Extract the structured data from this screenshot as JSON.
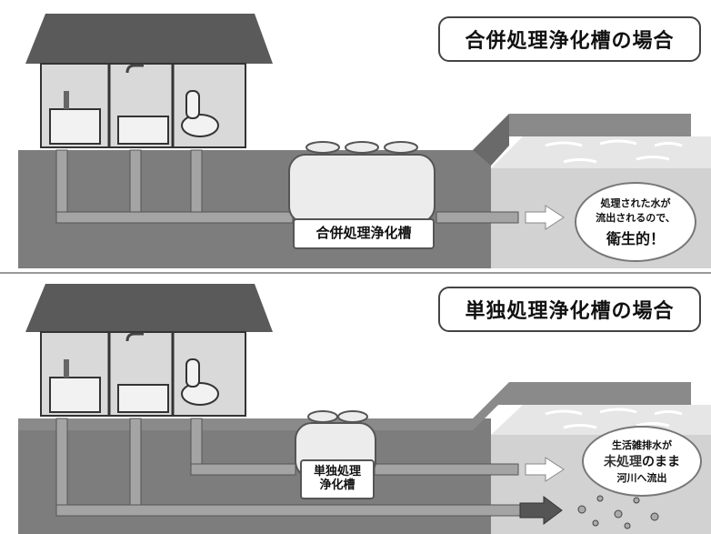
{
  "top": {
    "title": "合併処理浄化槽の場合",
    "tank_label": "合併処理浄化槽",
    "bubble": {
      "line1": "処理された水が",
      "line2": "流出されるので、",
      "line3": "衛生的！"
    }
  },
  "bottom": {
    "title": "単独処理浄化槽の場合",
    "tank_label_line1": "単独処理",
    "tank_label_line2": "浄化槽",
    "bubble": {
      "line1": "生活雑排水が",
      "line2_emph1": "未処理",
      "line2_rest": "のまま",
      "line3": "河川へ流出"
    }
  },
  "colors": {
    "ground": "#8c8c8c",
    "ground_dark": "#5a5a5a",
    "roof": "#5f5f5f",
    "water": "#cfcfcf",
    "pipe": "#9a9a9a"
  }
}
